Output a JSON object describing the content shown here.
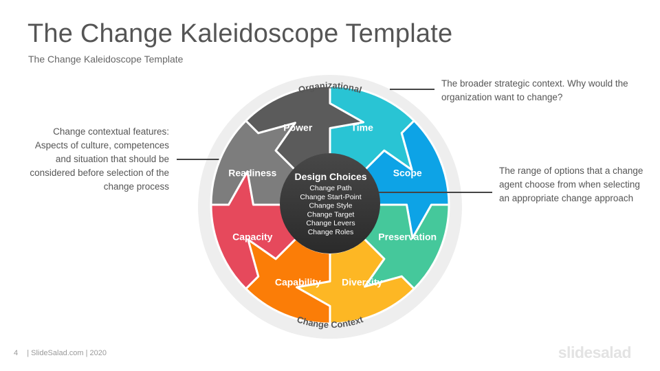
{
  "header": {
    "title": "The Change Kaleidoscope Template",
    "subtitle": "The Change Kaleidoscope Template"
  },
  "ring": {
    "top_label": "Organizational",
    "bottom_label": "Change Context",
    "color": "#eeeeee"
  },
  "segments": [
    {
      "label": "Time",
      "color": "#29c4d4"
    },
    {
      "label": "Scope",
      "color": "#0da3e6"
    },
    {
      "label": "Preservation",
      "color": "#45c89b"
    },
    {
      "label": "Diversity",
      "color": "#fdb724"
    },
    {
      "label": "Capability",
      "color": "#fb7d07"
    },
    {
      "label": "Capacity",
      "color": "#e6495c"
    },
    {
      "label": "Readiness",
      "color": "#7d7d7d"
    },
    {
      "label": "Power",
      "color": "#5b5b5b"
    }
  ],
  "center": {
    "title": "Design Choices",
    "items": [
      "Change Path",
      "Change Start-Point",
      "Change Style",
      "Change Target",
      "Change Levers",
      "Change Roles"
    ],
    "color": "#333333"
  },
  "notes": {
    "left": "Change contextual features: Aspects of culture, competences and situation that should be considered before selection of the change process",
    "top": "The broader strategic context. Why would the organization want to change?",
    "right": "The range of options that a change agent choose from when selecting an appropriate change approach"
  },
  "footer": {
    "page_number": "4",
    "text": "| SlideSalad.com | 2020",
    "brand": "slidesalad"
  }
}
